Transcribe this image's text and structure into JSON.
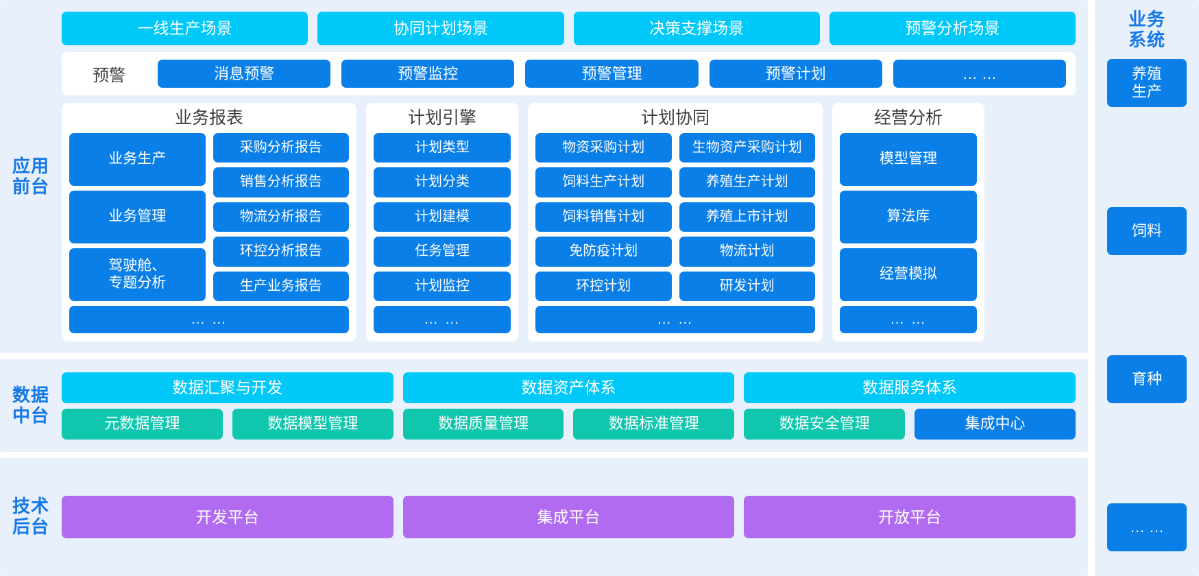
{
  "colors": {
    "band_bg": "#e8f1fb",
    "cyan": "#00c8f8",
    "blue": "#0b7fe8",
    "teal": "#10c7ae",
    "purple": "#b06bf0",
    "label_blue": "#1477e6",
    "card_white": "#ffffff",
    "title_gray": "#3d3d3d"
  },
  "bands": {
    "app": {
      "label": "应用\n前台"
    },
    "data": {
      "label": "数据\n中台"
    },
    "tech": {
      "label": "技术\n后台"
    }
  },
  "scenarios": [
    {
      "label": "一线生产场景"
    },
    {
      "label": "协同计划场景"
    },
    {
      "label": "决策支撑场景"
    },
    {
      "label": "预警分析场景"
    }
  ],
  "warning": {
    "title": "预警",
    "items": [
      {
        "label": "消息预警"
      },
      {
        "label": "预警监控"
      },
      {
        "label": "预警管理"
      },
      {
        "label": "预警计划"
      },
      {
        "label": "… …"
      }
    ]
  },
  "modules": [
    {
      "title": "业务报表",
      "left_col": [
        {
          "label": "业务生产"
        },
        {
          "label": "业务管理"
        },
        {
          "label": "驾驶舱、\n专题分析"
        }
      ],
      "right_col": [
        {
          "label": "采购分析报告"
        },
        {
          "label": "销售分析报告"
        },
        {
          "label": "物流分析报告"
        },
        {
          "label": "环控分析报告"
        },
        {
          "label": "生产业务报告"
        }
      ],
      "footer": {
        "label": "… …"
      }
    },
    {
      "title": "计划引擎",
      "single_col": [
        {
          "label": "计划类型"
        },
        {
          "label": "计划分类"
        },
        {
          "label": "计划建模"
        },
        {
          "label": "任务管理"
        },
        {
          "label": "计划监控"
        }
      ],
      "footer": {
        "label": "… …"
      }
    },
    {
      "title": "计划协同",
      "left_col": [
        {
          "label": "物资采购计划"
        },
        {
          "label": "饲料生产计划"
        },
        {
          "label": "饲料销售计划"
        },
        {
          "label": "免防疫计划"
        },
        {
          "label": "环控计划"
        }
      ],
      "right_col": [
        {
          "label": "生物资产采购计划"
        },
        {
          "label": "养殖生产计划"
        },
        {
          "label": "养殖上市计划"
        },
        {
          "label": "物流计划"
        },
        {
          "label": "研发计划"
        }
      ],
      "footer": {
        "label": "… …"
      }
    },
    {
      "title": "经营分析",
      "single_col": [
        {
          "label": "模型管理"
        },
        {
          "label": "算法库"
        },
        {
          "label": "经营模拟"
        }
      ],
      "footer": {
        "label": "… …"
      }
    }
  ],
  "data_platform": {
    "row1": [
      {
        "label": "数据汇聚与开发"
      },
      {
        "label": "数据资产体系"
      },
      {
        "label": "数据服务体系"
      }
    ],
    "row2": [
      {
        "label": "元数据管理",
        "color": "teal"
      },
      {
        "label": "数据模型管理",
        "color": "teal"
      },
      {
        "label": "数据质量管理",
        "color": "teal"
      },
      {
        "label": "数据标准管理",
        "color": "teal"
      },
      {
        "label": "数据安全管理",
        "color": "teal"
      },
      {
        "label": "集成中心",
        "color": "blue"
      }
    ]
  },
  "tech_platform": [
    {
      "label": "开发平台"
    },
    {
      "label": "集成平台"
    },
    {
      "label": "开放平台"
    }
  ],
  "business_systems": {
    "title": "业务\n系统",
    "items": [
      {
        "label": "养殖\n生产"
      },
      {
        "label": "饲料"
      },
      {
        "label": "育种"
      },
      {
        "label": "… …"
      }
    ]
  }
}
